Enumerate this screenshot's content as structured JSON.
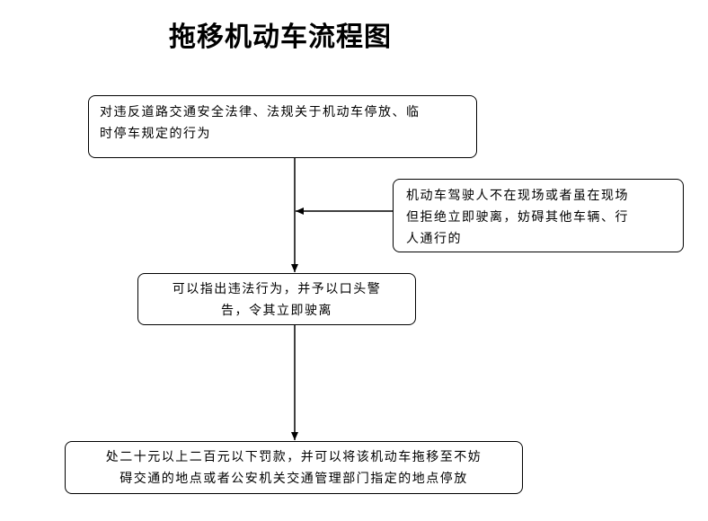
{
  "title": "拖移机动车流程图",
  "nodes": {
    "start": {
      "line1": "对违反道路交通安全法律、法规关于机动车停放、临",
      "line2": "时停车规定的行为"
    },
    "condition": {
      "line1": "机动车驾驶人不在现场或者虽在现场",
      "line2": "但拒绝立即驶离，妨碍其他车辆、行",
      "line3": "人通行的"
    },
    "warning": {
      "line1": "可以指出违法行为，并予以口头警",
      "line2": "告，令其立即驶离"
    },
    "penalty": {
      "line1": "处二十元以上二百元以下罚款，并可以将该机动车拖移至不妨",
      "line2": "碍交通的地点或者公安机关交通管理部门指定的地点停放"
    }
  },
  "edges": [
    {
      "from": "start",
      "to": "warning"
    },
    {
      "from": "condition",
      "to": "start-warning-line"
    },
    {
      "from": "warning",
      "to": "penalty"
    }
  ]
}
